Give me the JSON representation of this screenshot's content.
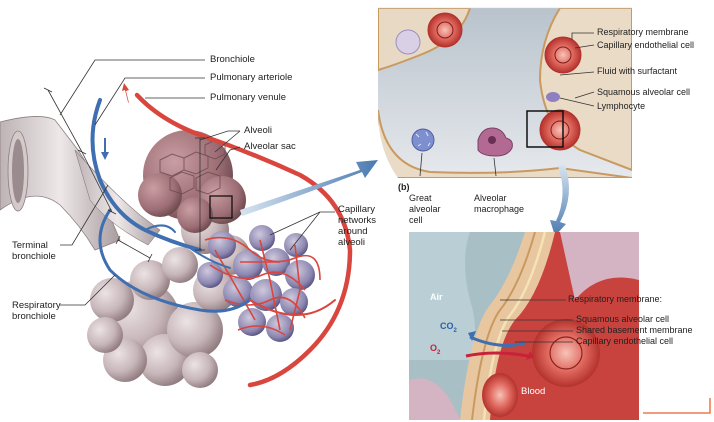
{
  "panel_a": {
    "labels": {
      "bronchiole": "Bronchiole",
      "pulmonary_arteriole": "Pulmonary arteriole",
      "pulmonary_venule": "Pulmonary venule",
      "alveoli": "Alveoli",
      "alveolar_sac": "Alveolar sac",
      "capillary_networks": [
        "Capillary",
        "networks",
        "around",
        "alveoli"
      ],
      "terminal_bronchiole": [
        "Terminal",
        "bronchiole"
      ],
      "respiratory_bronchiole": [
        "Respiratory",
        "bronchiole"
      ]
    }
  },
  "panel_b": {
    "tag": "(b)",
    "labels": {
      "respiratory_membrane": "Respiratory membrane",
      "capillary_endothelial_cell": "Capillary endothelial cell",
      "fluid_with_surfactant": "Fluid with surfactant",
      "squamous_alveolar_cell": "Squamous alveolar cell",
      "lymphocyte": "Lymphocyte",
      "great_alveolar_cell": [
        "Great",
        "alveolar",
        "cell"
      ],
      "alveolar_macrophage": [
        "Alveolar",
        "macrophage"
      ]
    }
  },
  "panel_c": {
    "air": "Air",
    "blood": "Blood",
    "co2": "CO",
    "co2_sub": "2",
    "o2": "O",
    "o2_sub": "2",
    "labels": {
      "respiratory_membrane": "Respiratory membrane:",
      "squamous_alveolar_cell": "Squamous alveolar cell",
      "shared_basement_membrane": "Shared basement membrane",
      "capillary_endothelial_cell": "Capillary endothelial cell"
    }
  },
  "colors": {
    "artery_blue": "#3f6fb0",
    "vein_red": "#d9463e",
    "alveoli_mauve": "#a5787e",
    "alveoli_grey": "#c9bcbe",
    "arrow_blue": "#4a7ab0",
    "accent_orange": "#e8622a"
  }
}
